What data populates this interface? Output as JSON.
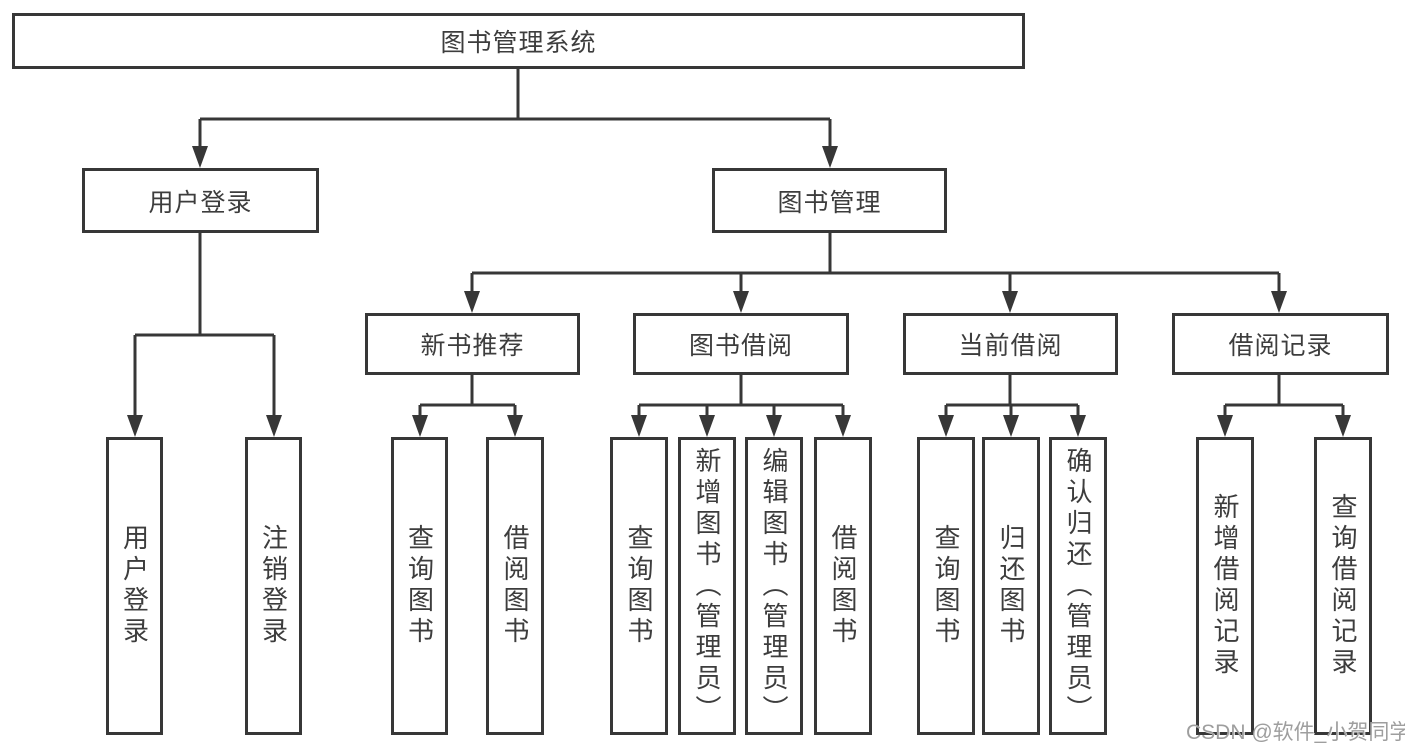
{
  "tree": {
    "label": "图书管理系统",
    "children": [
      {
        "label": "用户登录",
        "children": [
          {
            "label": "用户登录"
          },
          {
            "label": "注销登录"
          }
        ]
      },
      {
        "label": "图书管理",
        "children": [
          {
            "label": "新书推荐",
            "children": [
              {
                "label": "查询图书"
              },
              {
                "label": "借阅图书"
              }
            ]
          },
          {
            "label": "图书借阅",
            "children": [
              {
                "label": "查询图书"
              },
              {
                "label": "新增图书（管理员）"
              },
              {
                "label": "编辑图书（管理员）"
              },
              {
                "label": "借阅图书"
              }
            ]
          },
          {
            "label": "当前借阅",
            "children": [
              {
                "label": "查询图书"
              },
              {
                "label": "归还图书"
              },
              {
                "label": "确认归还（管理员）"
              }
            ]
          },
          {
            "label": "借阅记录",
            "children": [
              {
                "label": "新增借阅记录"
              },
              {
                "label": "查询借阅记录"
              }
            ]
          }
        ]
      }
    ]
  },
  "watermark": {
    "text": "CSDN @软件_小贺同学"
  },
  "colors": {
    "line": "#373737",
    "box_border": "#373737",
    "label_text": "#3d3d3d",
    "watermark_text": "#9e9e9e",
    "background": "#ffffff"
  }
}
